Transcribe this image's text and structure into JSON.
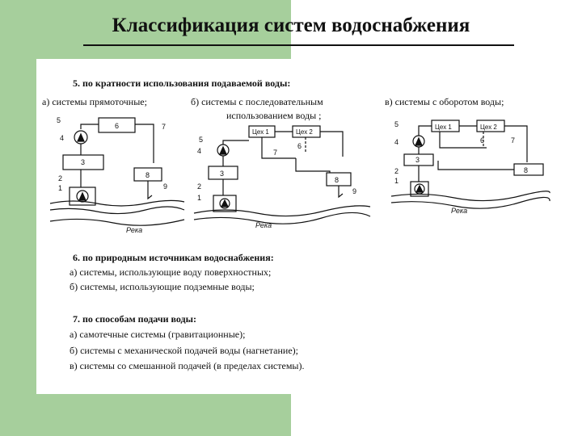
{
  "slide": {
    "title": "Классификация систем водоснабжения"
  },
  "section5": {
    "heading": "5.  по кратности использования подаваемой воды:",
    "option_a": "а)  системы прямоточные;",
    "option_b_line1": "б)  системы с последовательным",
    "option_b_line2": "использованием воды ;",
    "option_c": "в)  системы с оборотом воды;"
  },
  "diagrams": {
    "river_label": "Река",
    "workshop1": "Цех 1",
    "workshop2": "Цех 2",
    "numbers": [
      "1",
      "2",
      "3",
      "4",
      "5",
      "6",
      "7",
      "8",
      "9"
    ]
  },
  "section6": {
    "heading": "6.  по природным источникам водоснабжения:",
    "items": [
      "а)  системы, использующие воду поверхностных;",
      "б)  системы, использующие подземные воды;"
    ]
  },
  "section7": {
    "heading": "7.  по способам подачи воды:",
    "items": [
      "а)  самотечные системы (гравитационные);",
      "б)  системы с механической подачей воды (нагнетание);",
      "в)  системы со смешанной подачей (в пределах системы)."
    ]
  }
}
